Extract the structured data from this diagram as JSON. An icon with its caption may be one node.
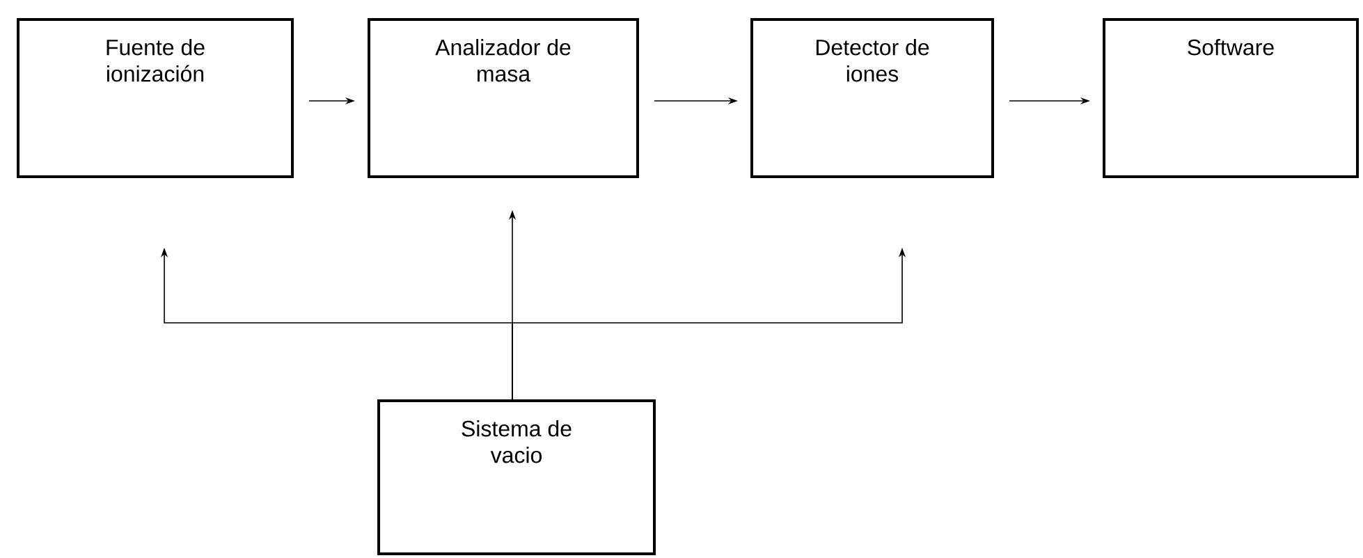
{
  "diagram": {
    "nodes": [
      {
        "text": [
          "Fuente de ionización"
        ]
      },
      {
        "text": [
          "Analizador de masa"
        ]
      },
      {
        "text": [
          "Detector de iones"
        ]
      },
      {
        "text": [
          "Software"
        ]
      },
      {
        "text": [
          "Sistema de vacio"
        ]
      }
    ],
    "edges": [
      {
        "from": 0,
        "to": 1,
        "arrow": "to"
      },
      {
        "from": 1,
        "to": 2,
        "arrow": "to"
      },
      {
        "from": 2,
        "to": 3,
        "arrow": "to"
      },
      {
        "from": 4,
        "to": 0,
        "arrow": "to"
      },
      {
        "from": 4,
        "to": 1,
        "arrow": "to"
      },
      {
        "from": 4,
        "to": 2,
        "arrow": "to"
      }
    ]
  }
}
